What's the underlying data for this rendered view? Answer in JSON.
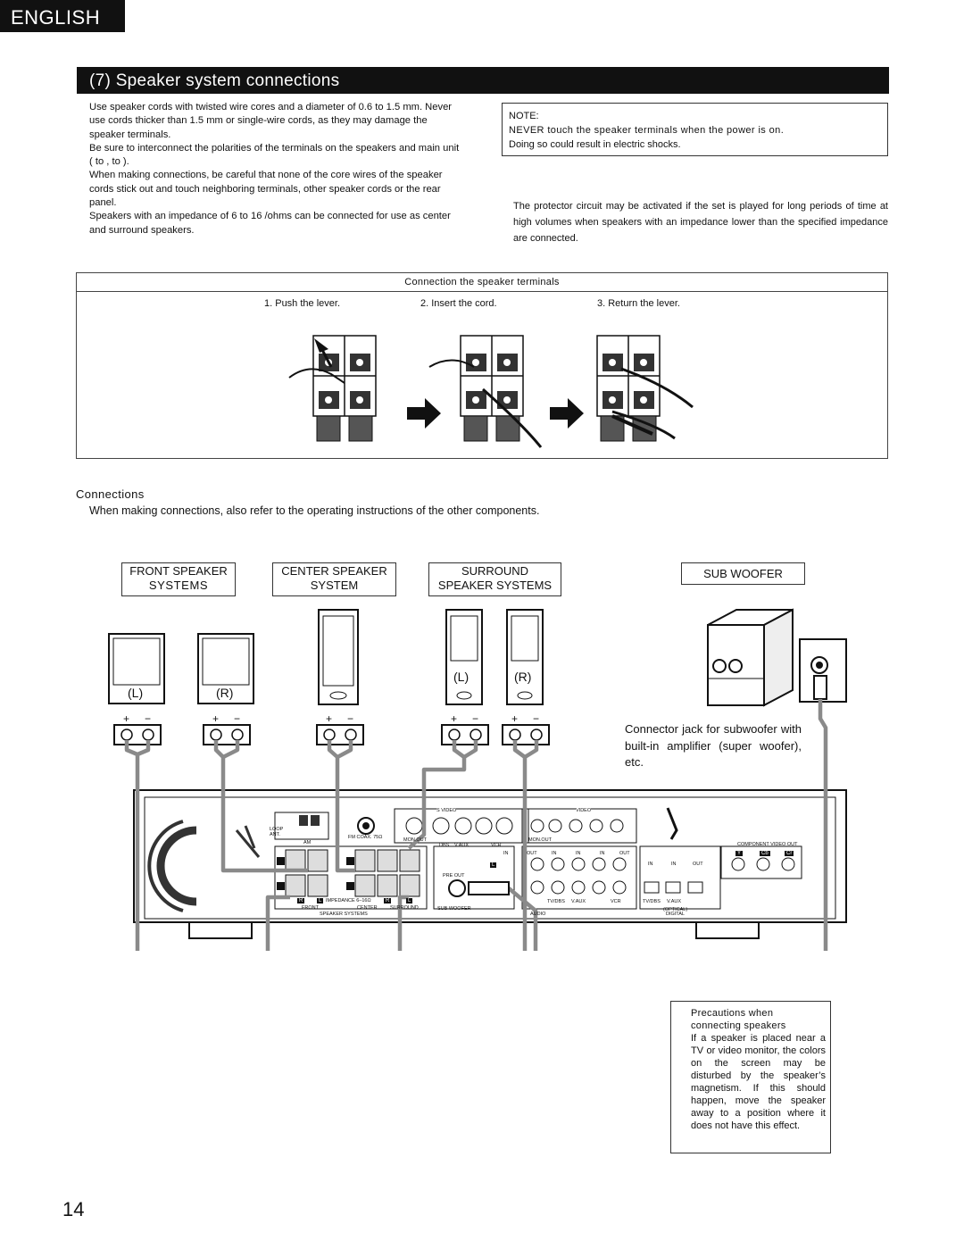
{
  "header": {
    "language_tab": "ENGLISH"
  },
  "section": {
    "title": "(7) Speaker system connections"
  },
  "intro_paragraphs": [
    "Use speaker cords with twisted wire cores and a diameter of 0.6 to 1.5 mm. Never use cords thicker than 1.5 mm or single-wire cords, as they may damage the speaker terminals.",
    "Be sure to interconnect the polarities of the terminals on the speakers and main unit ( to , to ).",
    "When making connections, be careful that none of the core wires of the speaker cords stick out and touch neighboring terminals, other speaker cords or the rear panel.",
    "Speakers with an impedance of 6 to 16 /ohms can be connected for use as center and surround speakers."
  ],
  "note": {
    "label": "NOTE:",
    "line1": "NEVER touch the speaker terminals when the power is on.",
    "line2": "Doing so could result in electric shocks."
  },
  "protector_text": "The protector circuit may be activated if the set is played for long periods of time at high volumes when speakers with an impedance lower than the specified impedance are connected.",
  "terminal_box": {
    "title": "Connection the speaker terminals",
    "steps": [
      "1. Push the lever.",
      "2. Insert the cord.",
      "3. Return the lever."
    ]
  },
  "connections": {
    "heading": "Connections",
    "intro": "When making connections, also refer to the operating instructions of the other components."
  },
  "speaker_labels": {
    "front_line1": "FRONT SPEAKER",
    "front_line2": "SYSTEMS",
    "center_line1": "CENTER SPEAKER",
    "center_line2": "SYSTEM",
    "surround_line1": "SURROUND",
    "surround_line2": "SPEAKER SYSTEMS",
    "subwoofer": "SUB WOOFER",
    "left": "(L)",
    "right": "(R)",
    "plus": "+",
    "minus": "−"
  },
  "subwoofer_note": "Connector jack for subwoofer with built-in amplifier (super woofer), etc.",
  "rear_panel": {
    "loop_ant": "LOOP ANT.",
    "am": "AM",
    "fm_coax": "FM COAX. 75Ω",
    "s_video": "S VIDEO",
    "video": "VIDEO",
    "mon_out": "MON.OUT",
    "in": "IN",
    "out": "OUT",
    "dbs": "DBS",
    "v_aux": "V.AUX",
    "vcr": "VCR",
    "tv_dbs": "TV/DBS",
    "pre_out": "PRE OUT",
    "sub_woofer": "SUB WOOFER",
    "front": "FRONT",
    "center": "CENTER",
    "surround": "SURROUND",
    "impedance": "IMPEDANCE 6–16Ω",
    "speaker_systems": "SPEAKER SYSTEMS",
    "audio": "AUDIO",
    "digital": "DIGITAL",
    "optical": "(OPTICAL)",
    "component_video_out": "COMPONENT VIDEO OUT",
    "y": "Y",
    "cb": "Cb",
    "cr": "Cr",
    "r": "R",
    "l": "L"
  },
  "precautions": {
    "title_line1": "Precautions when",
    "title_line2": "connecting speakers",
    "body": "If a speaker is placed near a TV or video monitor, the colors on the screen may be disturbed by the speaker’s magnetism. If this should happen, move the speaker away to a position where it does not have this effect."
  },
  "page_number": "14"
}
